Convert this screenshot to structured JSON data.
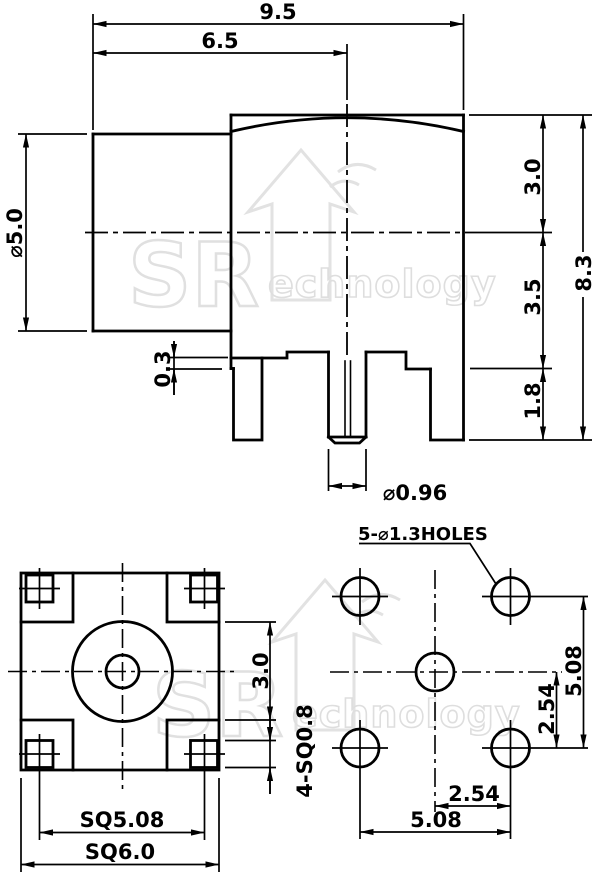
{
  "drawing": {
    "watermark": {
      "brand": "SR",
      "suffix": "echnology"
    },
    "side_view": {
      "dim_overall_width": "9.5",
      "dim_body_width": "6.5",
      "dim_barrel_diameter": "⌀5.0",
      "dim_top_to_center": "3.0",
      "dim_center_to_base": "3.5",
      "dim_pin_length": "1.8",
      "dim_overall_height": "8.3",
      "dim_standoff": "0.3",
      "dim_pin_diameter": "⌀0.96"
    },
    "front_view": {
      "dim_boss_gap": "3.0",
      "dim_pin_square": "4-SQ0.8",
      "dim_pin_pitch": "SQ5.08",
      "dim_body_square": "SQ6.0"
    },
    "footprint_view": {
      "holes_label": "5-⌀1.3HOLES",
      "dim_pitch_vertical": "5.08",
      "dim_half_pitch_vertical": "2.54",
      "dim_half_pitch_horizontal": "2.54",
      "dim_pitch_horizontal": "5.08"
    }
  }
}
